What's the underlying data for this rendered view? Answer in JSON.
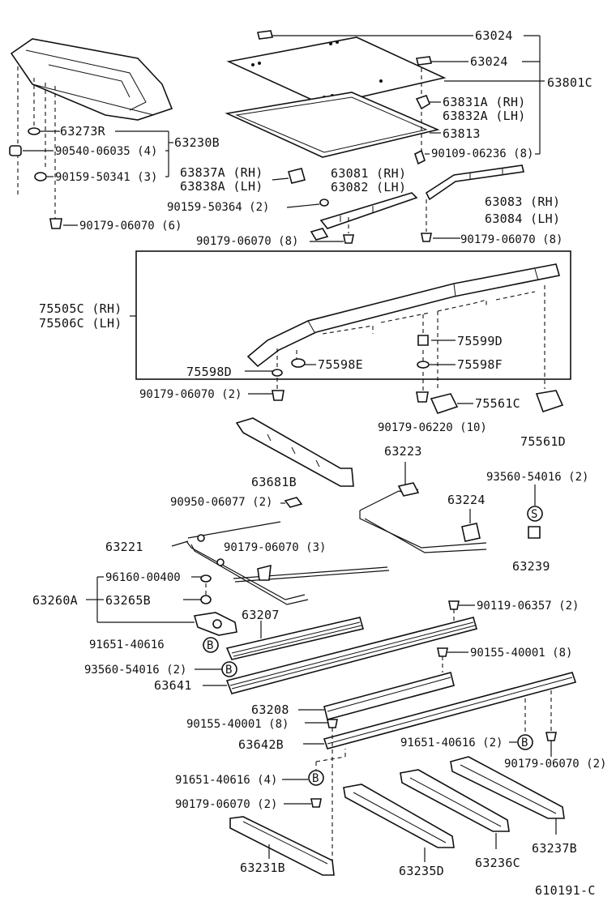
{
  "diagram_id": "610191-C",
  "labels": {
    "p63024a": "63024",
    "p63024b": "63024",
    "p63801C": "63801C",
    "p63831A": "63831A (RH)",
    "p63832A": "63832A (LH)",
    "p63813": "63813",
    "p90109": "90109-06236 (8)",
    "p63273R": "63273R",
    "p63230B": "63230B",
    "p90540": "90540-06035 (4)",
    "p90159a": "90159-50341 (3)",
    "p90179a": "90179-06070 (6)",
    "p63837A": "63837A (RH)",
    "p63838A": "63838A (LH)",
    "p63081": "63081 (RH)",
    "p63082": "63082 (LH)",
    "p90159b": "90159-50364 (2)",
    "p63083": "63083 (RH)",
    "p63084": "63084 (LH)",
    "p90179b": "90179-06070 (8)",
    "p90179c": "90179-06070 (8)",
    "p75505C": "75505C (RH)",
    "p75506C": "75506C (LH)",
    "p75599D": "75599D",
    "p75598D": "75598D",
    "p75598E": "75598E",
    "p75598F": "75598F",
    "p90179d": "90179-06070 (2)",
    "p75561C": "75561C",
    "p90179e": "90179-06220 (10)",
    "p75561D": "75561D",
    "p63681B": "63681B",
    "p63223": "63223",
    "p93560a": "93560-54016 (2)",
    "p90950": "90950-06077 (2)",
    "p63224": "63224",
    "p63221": "63221",
    "p90179f": "90179-06070 (3)",
    "p63239": "63239",
    "p96160": "96160-00400",
    "p63260A": "63260A",
    "p63265B": "63265B",
    "p63207": "63207",
    "p90119": "90119-06357 (2)",
    "p91651a": "91651-40616",
    "p93560b": "93560-54016 (2)",
    "p90155a": "90155-40001 (8)",
    "p63641": "63641",
    "p63208": "63208",
    "p90155b": "90155-40001 (8)",
    "p63642B": "63642B",
    "p91651b": "91651-40616 (2)",
    "p90179g": "90179-06070 (2)",
    "p91651c": "91651-40616 (4)",
    "p90179h": "90179-06070 (2)",
    "p63231B": "63231B",
    "p63235D": "63235D",
    "p63236C": "63236C",
    "p63237B": "63237B"
  },
  "callouts": {
    "b": "B",
    "s": "S"
  }
}
